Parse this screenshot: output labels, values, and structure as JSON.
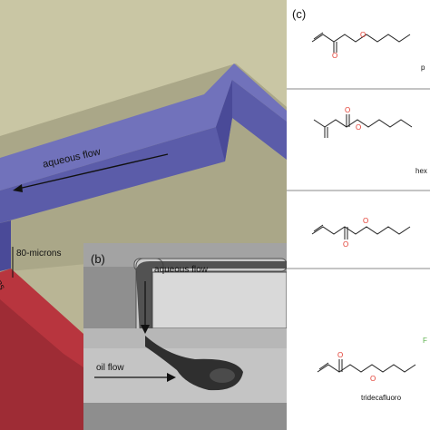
{
  "panels": {
    "a": {
      "aqueous_flow_label": "aqueous flow",
      "channel_width_label": "80-microns",
      "channel_depth_label": "ons"
    },
    "b": {
      "label": "(b)",
      "aqueous_flow_label": "aqueous flow",
      "oil_flow_label": "oil flow"
    },
    "c": {
      "label": "(c)",
      "molecules": [
        {
          "name": "p",
          "oxygen": "O"
        },
        {
          "name": "hex",
          "oxygen": "O"
        },
        {
          "name": "",
          "oxygen": "O"
        },
        {
          "name": "tridecafluoro",
          "oxygen": "O",
          "fluorine": "F"
        }
      ]
    }
  },
  "colors": {
    "sky": "#c7c3a0",
    "ground": "#a6a482",
    "blue_channel": "#6e6fb8",
    "blue_channel_dark": "#4a4a98",
    "red_block": "#b8353e",
    "red_block_dark": "#8c2730",
    "micrograph_bg": "#8f8f8f",
    "oxygen": "#e23a2f",
    "fluorine": "#5bb04a"
  }
}
